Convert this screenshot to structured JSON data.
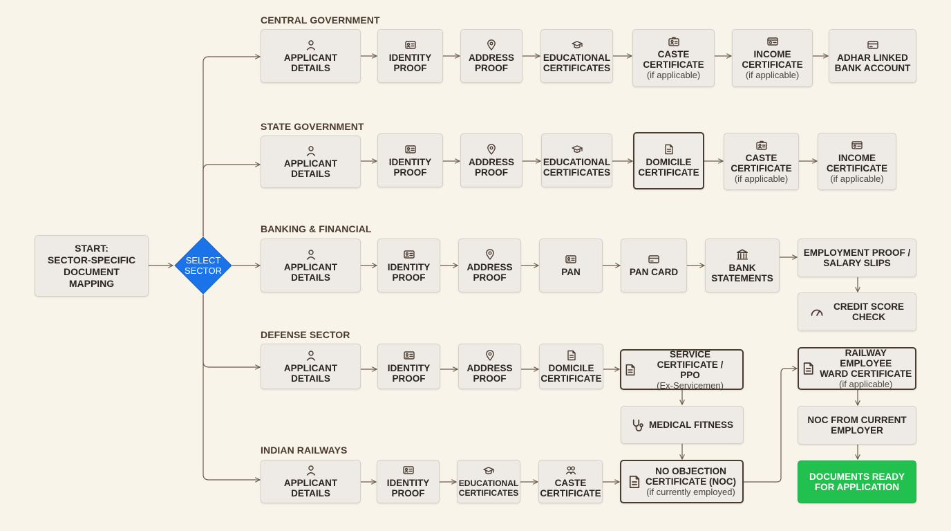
{
  "start": "START:\nSECTOR-SPECIFIC\nDOCUMENT\nMAPPING",
  "decision": "SELECT\nSECTOR",
  "final": "DOCUMENTS READY\nFOR APPLICATION",
  "colors": {
    "background": "#f8f4e9",
    "decision": "#1a73e8",
    "final": "#22c04e",
    "node": "#eeebe6",
    "connector": "#6b5a4c"
  },
  "sections": {
    "central": {
      "title": "CENTRAL GOVERNMENT",
      "nodes": [
        {
          "label": "APPLICANT DETAILS",
          "icon": "person-icon"
        },
        {
          "label": "IDENTITY\nPROOF",
          "icon": "id-card-icon"
        },
        {
          "label": "ADDRESS\nPROOF",
          "icon": "location-pin-icon"
        },
        {
          "label": "EDUCATIONAL\nCERTIFICATES",
          "icon": "graduation-cap-icon"
        },
        {
          "label": "CASTE\nCERTIFICATE",
          "sub": "(if applicable)",
          "icon": "caste-card-icon"
        },
        {
          "label": "INCOME\nCERTIFICATE",
          "sub": "(if applicable)",
          "icon": "income-card-icon"
        },
        {
          "label": "ADHAR LINKED\nBANK ACCOUNT",
          "icon": "credit-card-icon"
        }
      ]
    },
    "state": {
      "title": "STATE GOVERNMENT",
      "nodes": [
        {
          "label": "APPLICANT DETAILS",
          "icon": "person-icon"
        },
        {
          "label": "IDENTITY\nPROOF",
          "icon": "id-card-icon"
        },
        {
          "label": "ADDRESS\nPROOF",
          "icon": "location-pin-icon"
        },
        {
          "label": "EDUCATIONAL\nCERTIFICATES",
          "icon": "graduation-cap-icon"
        },
        {
          "label": "DOMICILE\nCERTIFICATE",
          "icon": "document-icon"
        },
        {
          "label": "CASTE\nCERTIFICATE",
          "sub": "(if applicable)",
          "icon": "caste-card-icon"
        },
        {
          "label": "INCOME\nCERTIFICATE",
          "sub": "(if applicable)",
          "icon": "income-card-icon"
        }
      ]
    },
    "banking": {
      "title": "BANKING & FINANCIAL",
      "nodes": [
        {
          "label": "APPLICANT DETAILS",
          "icon": "person-icon"
        },
        {
          "label": "IDENTITY\nPROOF",
          "icon": "id-card-icon"
        },
        {
          "label": "ADDRESS\nPROOF",
          "icon": "location-pin-icon"
        },
        {
          "label": "PAN",
          "icon": "id-card-icon"
        },
        {
          "label": "PAN CARD",
          "icon": "credit-card-icon"
        },
        {
          "label": "BANK\nSTATEMENTS",
          "icon": "bank-icon"
        },
        {
          "label": "EMPLOYMENT PROOF /\nSALARY SLIPS"
        },
        {
          "label": "CREDIT SCORE\nCHECK",
          "icon": "gauge-icon"
        }
      ]
    },
    "defense": {
      "title": "DEFENSE SECTOR",
      "nodes": [
        {
          "label": "APPLICANT\nDETAILS",
          "icon": "person-icon"
        },
        {
          "label": "IDENTITY\nPROOF",
          "icon": "id-card-icon"
        },
        {
          "label": "ADDRESS\nPROOF",
          "icon": "location-pin-icon"
        },
        {
          "label": "DOMICILE\nCERTIFICATE",
          "icon": "document-icon"
        },
        {
          "label": "SERVICE CERTIFICATE /\nPPO",
          "sub": "(Ex-Servicemen)",
          "icon": "document-icon"
        },
        {
          "label": "MEDICAL FITNESS",
          "icon": "stethoscope-icon"
        }
      ]
    },
    "railways": {
      "title": "INDIAN RAILWAYS",
      "nodes": [
        {
          "label": "APPLICANT\nDETAILS",
          "icon": "person-icon"
        },
        {
          "label": "IDENTITY\nPROOF",
          "icon": "id-card-icon"
        },
        {
          "label": "EDUCATIONAL\nCERTIFICATES",
          "icon": "graduation-cap-icon"
        },
        {
          "label": "CASTE\nCERTIFICATE",
          "icon": "people-icon"
        },
        {
          "label": "NO OBJECTION\nCERTIFICATE (NOC)",
          "sub": "(if currently employed)",
          "icon": "document-icon"
        },
        {
          "label": "RAILWAY EMPLOYEE\nWARD CERTIFICATE",
          "sub": "(if applicable)",
          "icon": "document-icon"
        },
        {
          "label": "NOC FROM CURRENT\nEMPLOYER"
        }
      ]
    }
  }
}
